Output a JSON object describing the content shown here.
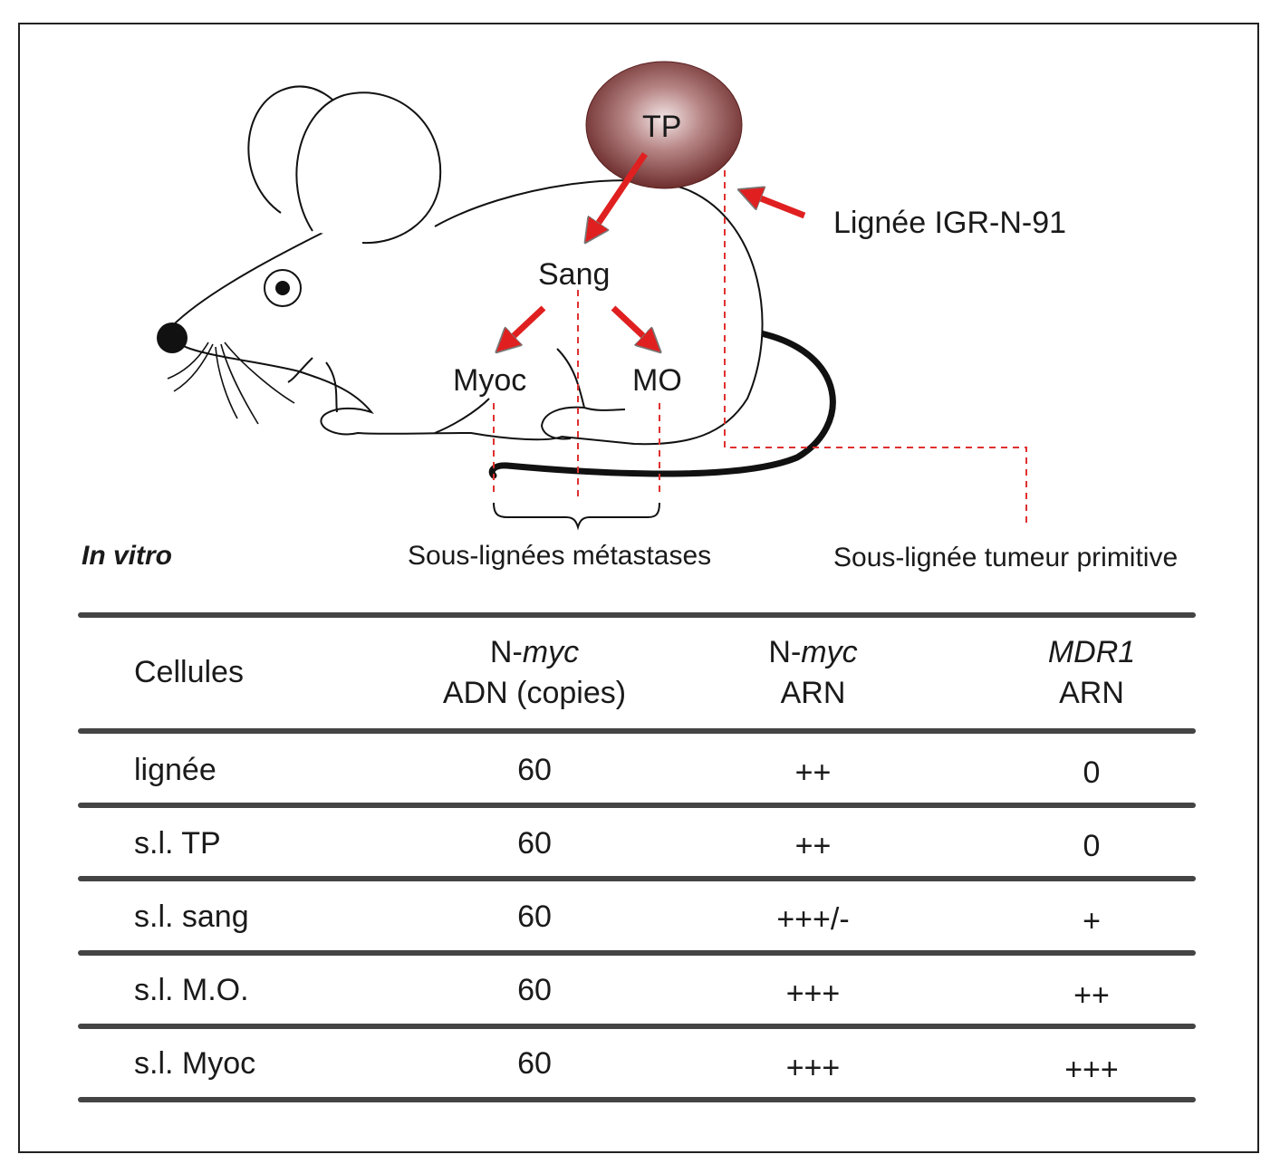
{
  "diagram": {
    "nodes": {
      "tp": "TP",
      "sang": "Sang",
      "myoc": "Myoc",
      "mo": "MO"
    },
    "callout": "Lignée IGR-N-91",
    "in_vitro": "In vitro",
    "metastases_label": "Sous-lignées métastases",
    "primary_label": "Sous-lignée tumeur primitive",
    "colors": {
      "arrow": "#e02020",
      "tumor": "#8a4a4a",
      "dash": "#e03030"
    }
  },
  "table": {
    "headers": [
      {
        "line1": "Cellules",
        "line2": ""
      },
      {
        "line1_prefix": "N-",
        "line1_italic": "myc",
        "line2": "ADN (copies)"
      },
      {
        "line1_prefix": "N-",
        "line1_italic": "myc",
        "line2": "ARN"
      },
      {
        "line1_prefix": "",
        "line1_italic": "MDR1",
        "line2": "ARN"
      }
    ],
    "rows": [
      {
        "cells": "lignée",
        "adn": "60",
        "nmyc_arn": "++",
        "mdr1_arn": "0"
      },
      {
        "cells": "s.l. TP",
        "adn": "60",
        "nmyc_arn": "++",
        "mdr1_arn": "0"
      },
      {
        "cells": "s.l. sang",
        "adn": "60",
        "nmyc_arn": "+++/-",
        "mdr1_arn": "+"
      },
      {
        "cells": "s.l. M.O.",
        "adn": "60",
        "nmyc_arn": "+++",
        "mdr1_arn": "++"
      },
      {
        "cells": "s.l. Myoc",
        "adn": "60",
        "nmyc_arn": "+++",
        "mdr1_arn": "+++"
      }
    ]
  }
}
